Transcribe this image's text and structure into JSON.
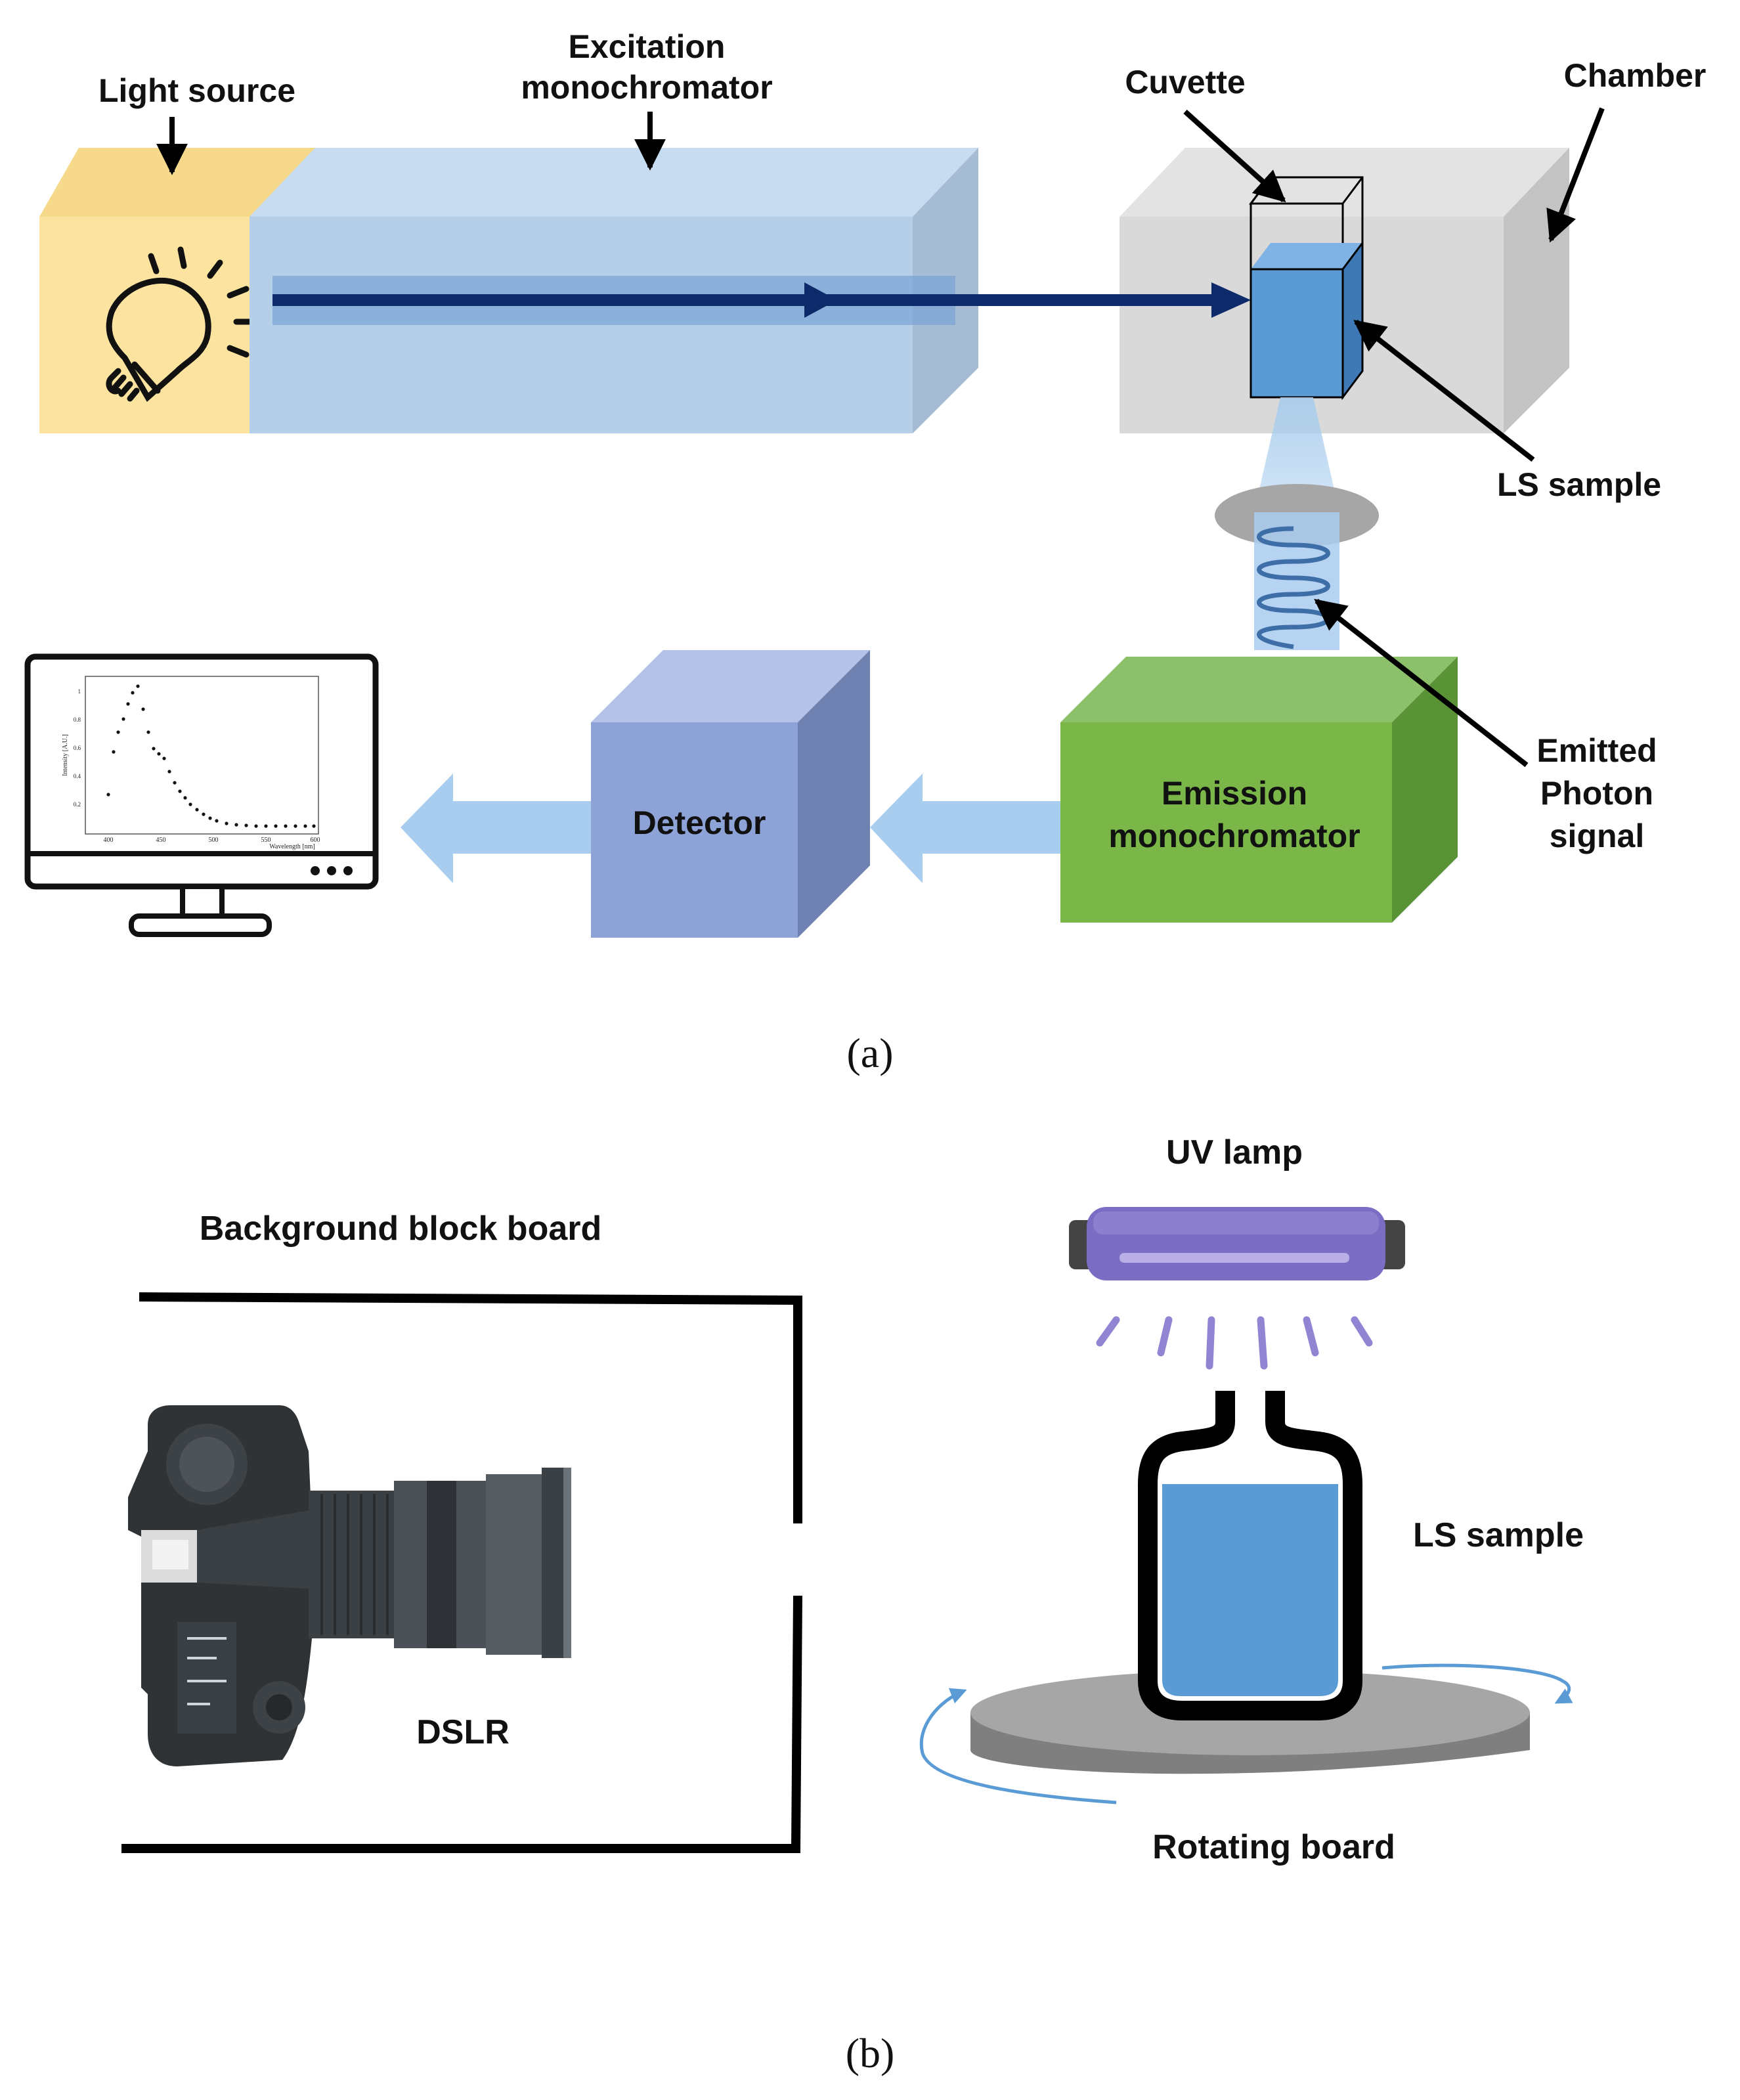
{
  "panel_a": {
    "light_source_label": "Light source",
    "excitation_label_1": "Excitation",
    "excitation_label_2": "monochromator",
    "cuvette_label": "Cuvette",
    "chamber_label": "Chamber",
    "ls_sample_label": "LS sample",
    "emitted_label_1": "Emitted",
    "emitted_label_2": "Photon",
    "emitted_label_3": "signal",
    "emission_label_1": "Emission",
    "emission_label_2": "monochromator",
    "detector_label": "Detector",
    "monitor_chart": {
      "ylabel": "Intensity [A.U.]",
      "xlabel": "Wavelength [nm]",
      "xticks": [
        "400",
        "450",
        "500",
        "550",
        "600"
      ],
      "yticks": [
        "0.2",
        "0.4",
        "0.6",
        "0.8",
        "1"
      ]
    },
    "caption": "(a)"
  },
  "panel_b": {
    "background_board_label": "Background block board",
    "uv_lamp_label": "UV lamp",
    "ls_sample_label": "LS sample",
    "dslr_label": "DSLR",
    "rotating_board_label": "Rotating board",
    "caption": "(b)"
  },
  "colors": {
    "light_source": "#fce4a0",
    "excitation_box": "#b5cfe9",
    "beam": "#0d2a6b",
    "chamber": "#d9d9d9",
    "sample_liquid": "#5b9bd5",
    "emission_box": "#7ab648",
    "detector": "#8da2d6",
    "arrow_light": "#a9cdee",
    "uv_lamp": "#7b6cc4",
    "rotating_board": "#a6a6a6"
  },
  "icons": [
    "light-bulb-icon",
    "monitor-icon",
    "camera-icon",
    "uv-lamp-icon",
    "bottle-icon"
  ]
}
